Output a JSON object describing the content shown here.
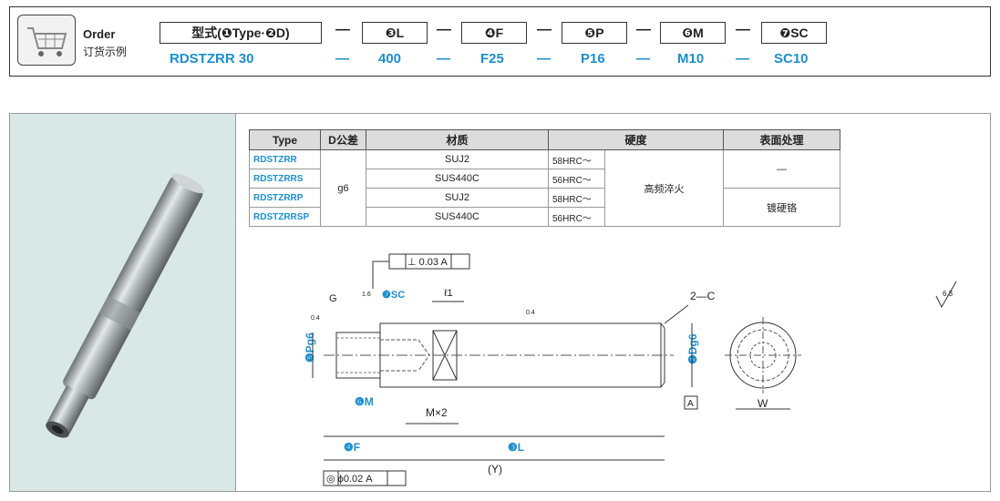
{
  "order": {
    "title": "Order",
    "subtitle": "订货示例",
    "code_boxes": [
      {
        "label": "型式(❶Type·❷D)"
      },
      {
        "label": "❸L"
      },
      {
        "label": "❹F"
      },
      {
        "label": "❺P"
      },
      {
        "label": "❻M"
      },
      {
        "label": "❼SC"
      }
    ],
    "values": [
      "RDSTZRR  30",
      "400",
      "F25",
      "P16",
      "M10",
      "SC10"
    ],
    "dash": "—"
  },
  "spec_table": {
    "headers": [
      "Type",
      "D公差",
      "材质",
      "硬度",
      "表面处理"
    ],
    "rows": [
      {
        "type": "RDSTZRR",
        "material": "SUJ2",
        "hrc": "58HRC～"
      },
      {
        "type": "RDSTZRRS",
        "material": "SUS440C",
        "hrc": "56HRC～"
      },
      {
        "type": "RDSTZRRP",
        "material": "SUJ2",
        "hrc": "58HRC～"
      },
      {
        "type": "RDSTZRRSP",
        "material": "SUS440C",
        "hrc": "56HRC～"
      }
    ],
    "tolerance": "g6",
    "hardening": "高频淬火",
    "surface_none": "—",
    "surface_chrome": "镀硬铬"
  },
  "drawing": {
    "perp_tol": "⊥  0.03  A",
    "conc_tol": "◎  ϕ0.02  A",
    "chamfer": "2—C",
    "g_label": "G",
    "roughness_04": "0.4",
    "roughness_16": "1.6",
    "roughness_63": "6.3",
    "sc_label": "❼SC",
    "l1_label": "ℓ1",
    "p_label": "❺Pg6",
    "m_label": "❻M",
    "d_label": "❷Dg6",
    "mx2": "M×2",
    "f_label": "❹F",
    "l_label": "❸L",
    "y_label": "(Y)",
    "a_label": "A",
    "w_label": "W"
  }
}
